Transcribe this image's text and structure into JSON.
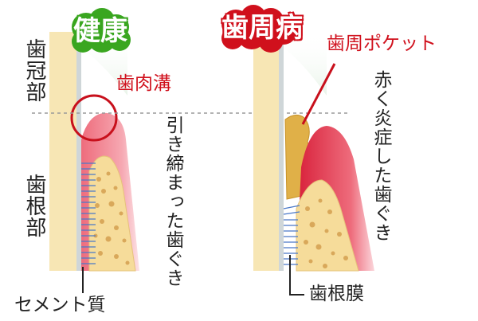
{
  "healthy": {
    "badge": "健康",
    "crown_label": "歯冠部",
    "root_label": "歯根部",
    "sulcus_label": "歯肉溝",
    "gum_label": "引き締まった歯ぐき",
    "cementum_label": "セメント質"
  },
  "disease": {
    "badge": "歯周病",
    "pocket_label": "歯周ポケット",
    "gum_label": "赤く炎症した歯ぐき",
    "ligament_label": "歯根膜"
  },
  "colors": {
    "healthy_badge": "#3aa620",
    "disease_badge": "#d0101c",
    "label_red": "#d0101c",
    "tooth": "#f7e6b4",
    "gum": "#f08a96",
    "bone": "#f6dc9a",
    "ligament": "#4a78c8",
    "plaque": "#e0b048"
  }
}
